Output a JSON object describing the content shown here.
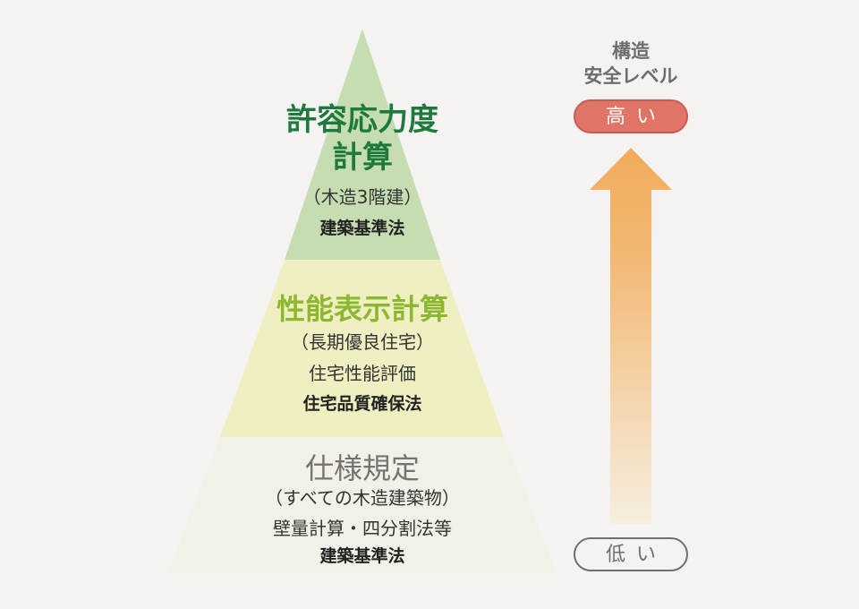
{
  "colors": {
    "tier_top": "#c6ddb1",
    "tier_middle": "#efefc2",
    "tier_bottom": "#f2f0e7",
    "high_badge": "#e07466",
    "arrow_top": "#f1ac5c",
    "arrow_bottom": "#f6eedf"
  },
  "pyramid": {
    "top": {
      "title_line1": "許容応力度",
      "title_line2": "計算",
      "scope": "（木造3階建）",
      "law": "建築基準法"
    },
    "middle": {
      "title": "性能表示計算",
      "scope": "（長期優良住宅）",
      "method": "住宅性能評価",
      "law": "住宅品質確保法"
    },
    "bottom": {
      "title": "仕様規定",
      "scope": "（すべての木造建築物）",
      "method": "壁量計算・四分割法等",
      "law": "建築基準法"
    }
  },
  "scale": {
    "label_line1": "構造",
    "label_line2": "安全レベル",
    "high": "高い",
    "low": "低い",
    "arrow_icon": "up-arrow-icon"
  }
}
